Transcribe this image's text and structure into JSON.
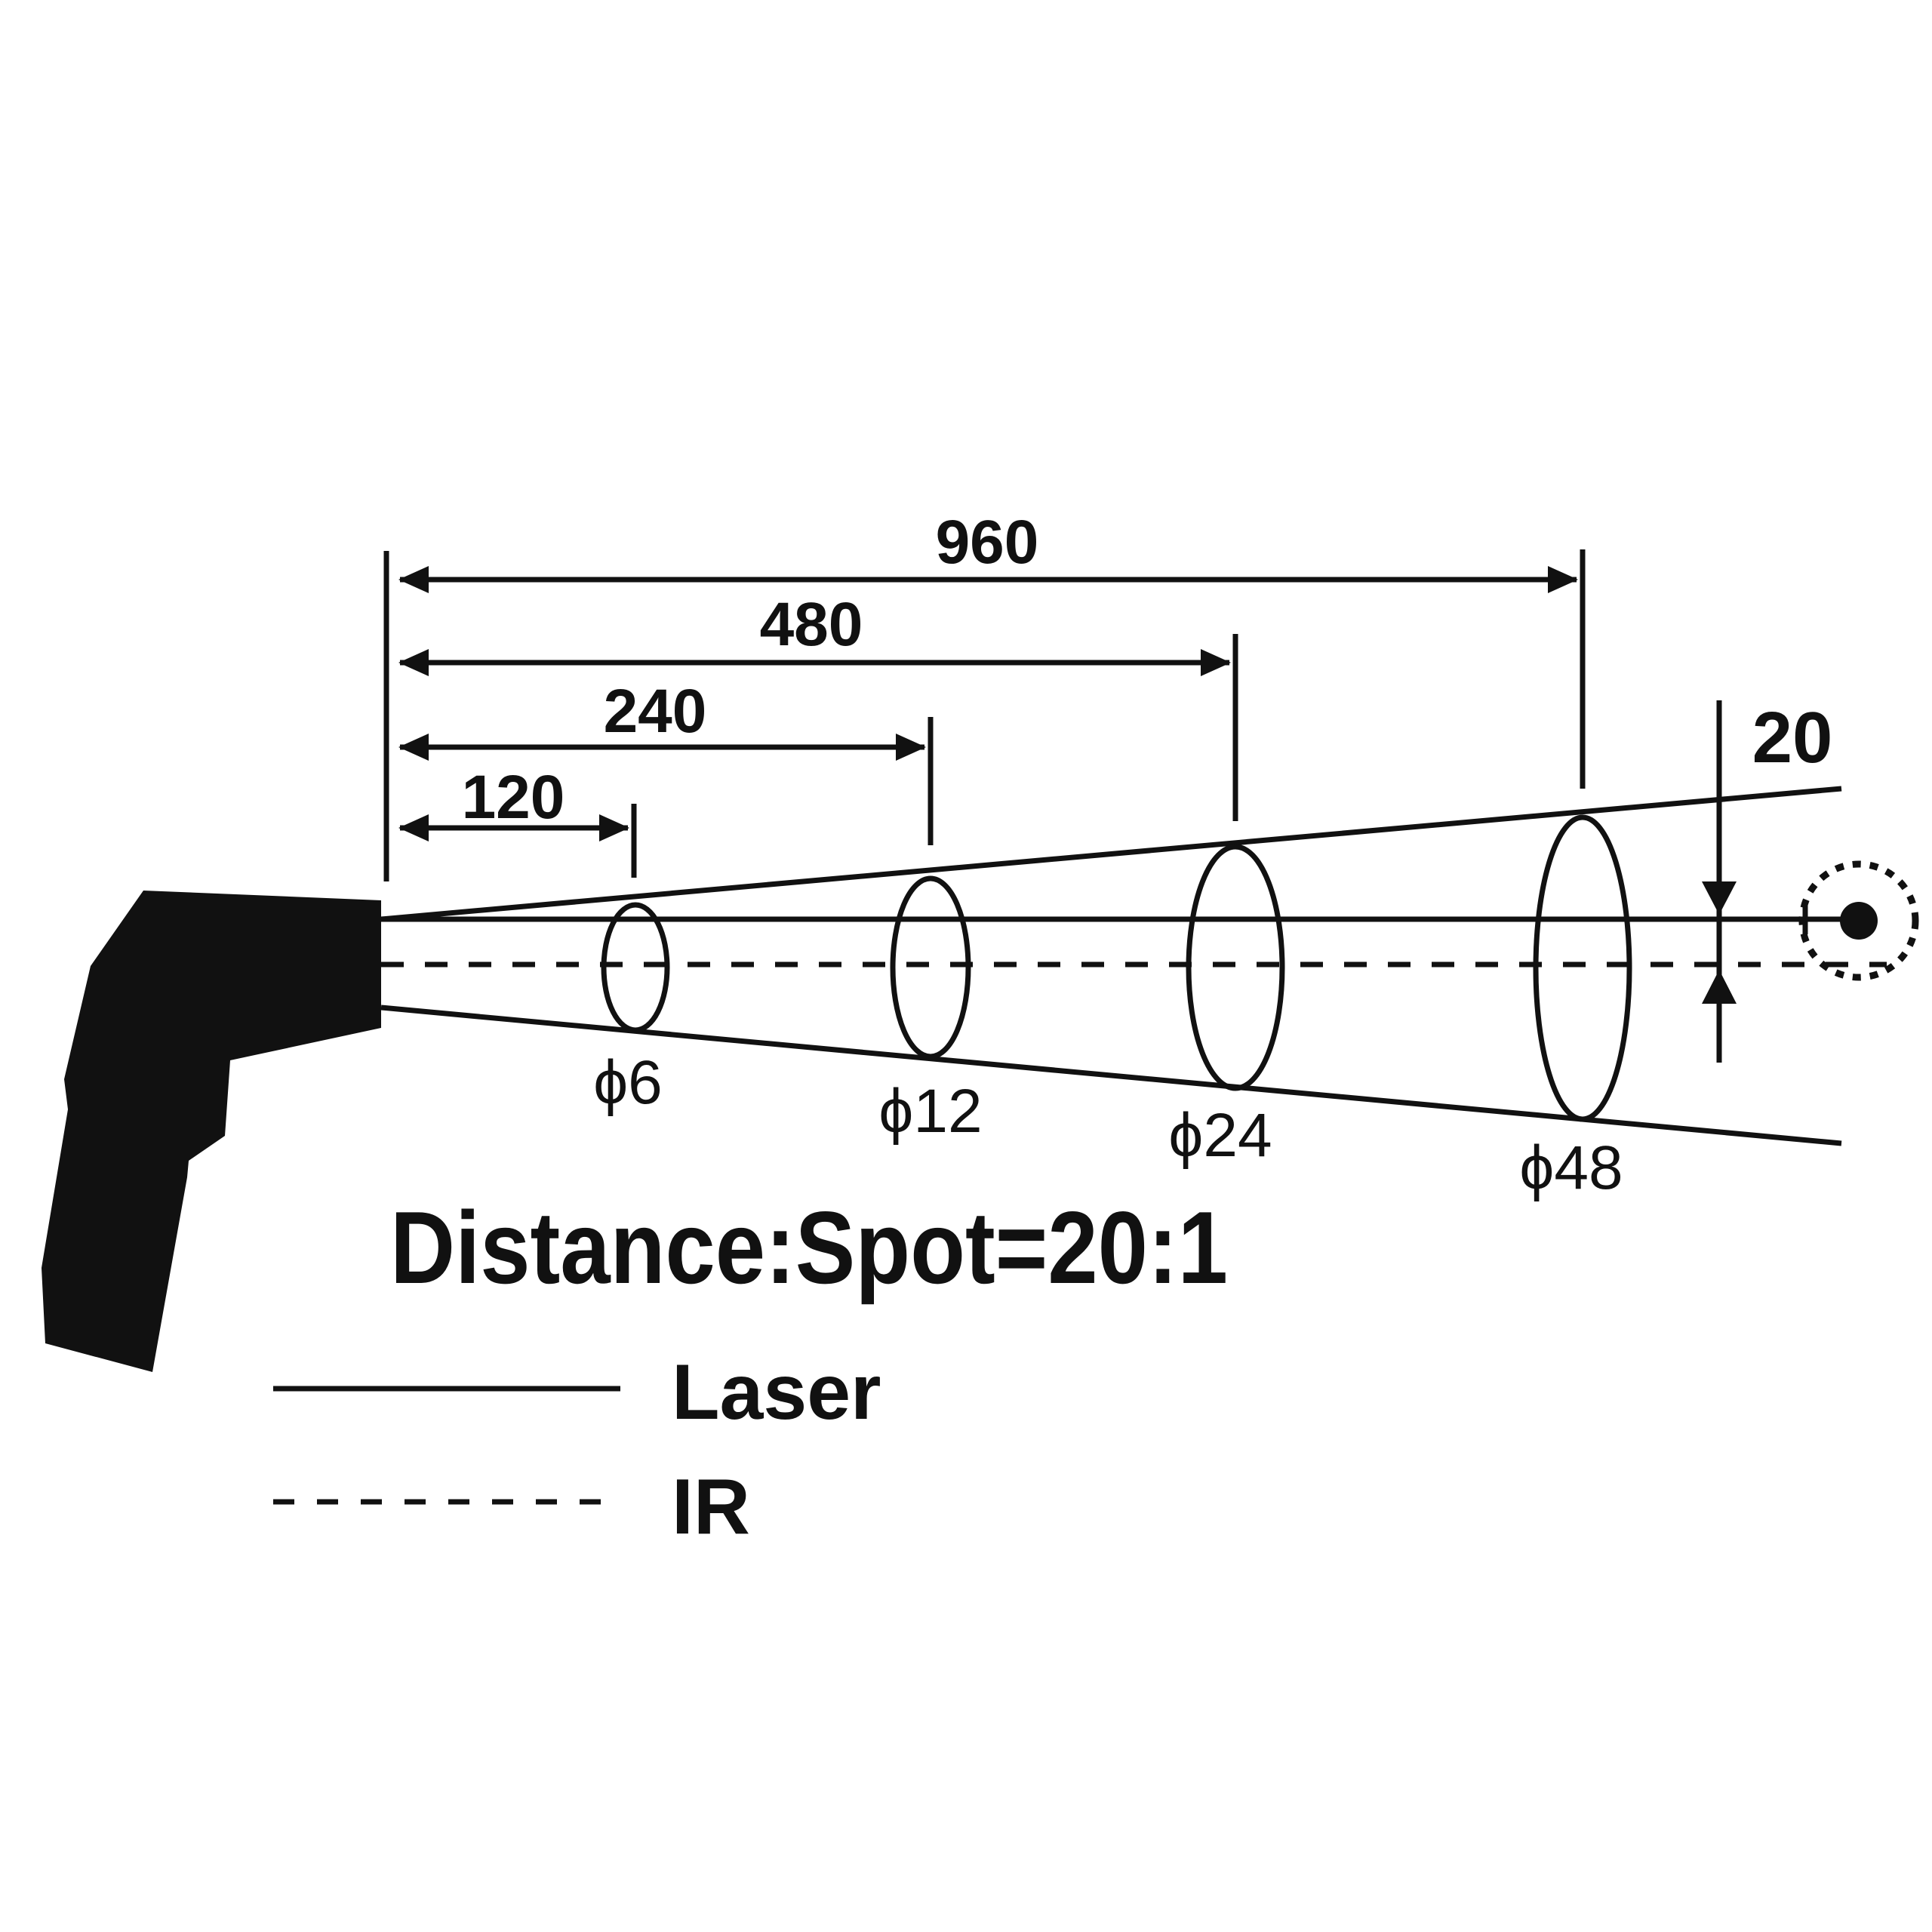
{
  "diagram": {
    "distances": [
      "120",
      "240",
      "480",
      "960"
    ],
    "spot_diameters": [
      "ϕ6",
      "ϕ12",
      "ϕ24",
      "ϕ48"
    ],
    "beam_separation": "20",
    "ratio_label": "Distance:Spot=20:1",
    "legend": {
      "laser_label": "Laser",
      "ir_label": "IR"
    },
    "icons": {
      "device": "infrared-thermometer-gun-icon",
      "target": "target-dot-icon"
    },
    "colors": {
      "ink": "#111111",
      "background": "#ffffff"
    }
  }
}
